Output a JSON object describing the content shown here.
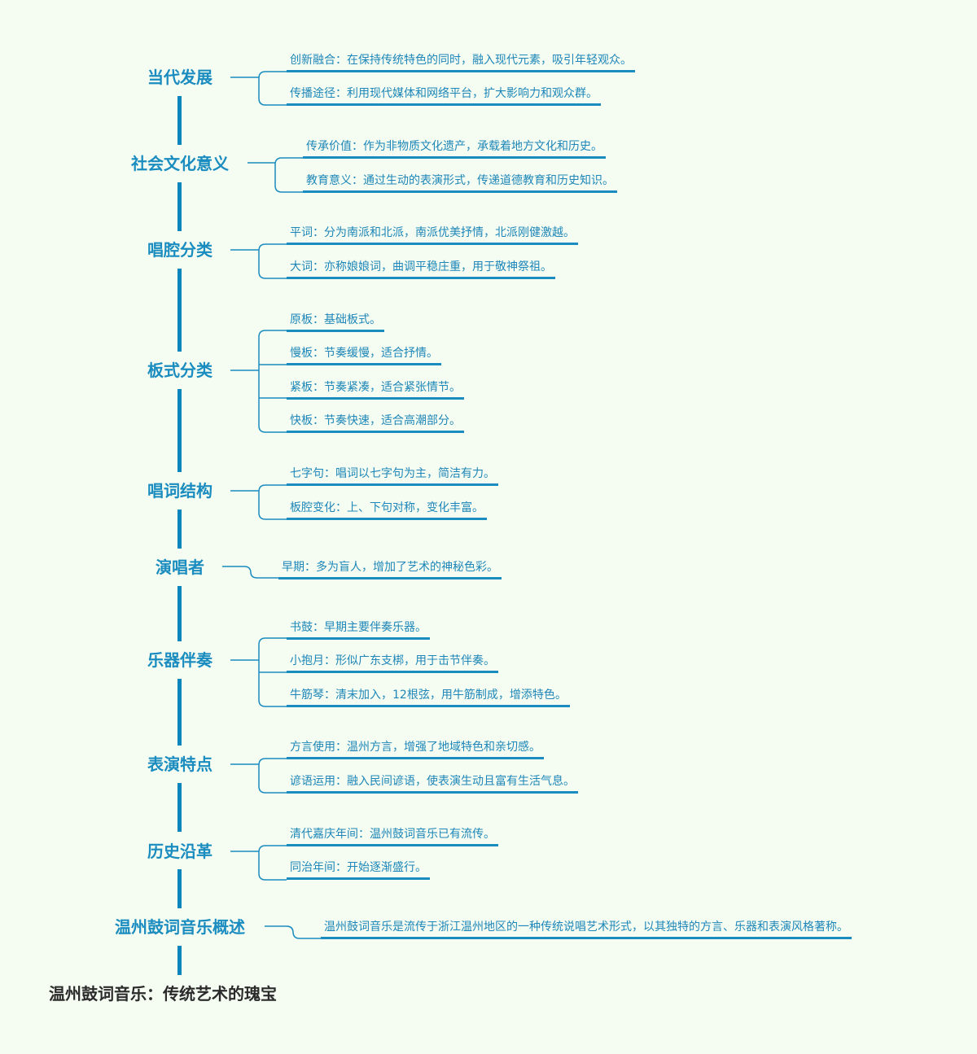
{
  "root": {
    "title": "温州鼓词音乐：传统艺术的瑰宝"
  },
  "colors": {
    "background": "#f5fdf2",
    "trunk": "#0b86bd",
    "topic_text": "#1a8cbf",
    "leaf_text": "#1e86b8",
    "root_text": "#2b2b2b"
  },
  "topics": [
    {
      "label": "当代发展",
      "children": [
        "创新融合：在保持传统特色的同时，融入现代元素，吸引年轻观众。",
        "传播途径：利用现代媒体和网络平台，扩大影响力和观众群。"
      ]
    },
    {
      "label": "社会文化意义",
      "children": [
        "传承价值：作为非物质文化遗产，承载着地方文化和历史。",
        "教育意义：通过生动的表演形式，传递道德教育和历史知识。"
      ]
    },
    {
      "label": "唱腔分类",
      "children": [
        "平词：分为南派和北派，南派优美抒情，北派刚健激越。",
        "大词：亦称娘娘词，曲调平稳庄重，用于敬神祭祖。"
      ]
    },
    {
      "label": "板式分类",
      "children": [
        "原板：基础板式。",
        "慢板：节奏缓慢，适合抒情。",
        "紧板：节奏紧凑，适合紧张情节。",
        "快板：节奏快速，适合高潮部分。"
      ]
    },
    {
      "label": "唱词结构",
      "children": [
        "七字句：唱词以七字句为主，简洁有力。",
        "板腔变化：上、下句对称，变化丰富。"
      ]
    },
    {
      "label": "演唱者",
      "children": [
        "早期：多为盲人，增加了艺术的神秘色彩。"
      ]
    },
    {
      "label": "乐器伴奏",
      "children": [
        "书鼓：早期主要伴奏乐器。",
        "小抱月：形似广东支梆，用于击节伴奏。",
        "牛筋琴：清末加入，12根弦，用牛筋制成，增添特色。"
      ]
    },
    {
      "label": "表演特点",
      "children": [
        "方言使用：温州方言，增强了地域特色和亲切感。",
        "谚语运用：融入民间谚语，使表演生动且富有生活气息。"
      ]
    },
    {
      "label": "历史沿革",
      "children": [
        "清代嘉庆年间：温州鼓词音乐已有流传。",
        "同治年间：开始逐渐盛行。"
      ]
    },
    {
      "label": "温州鼓词音乐概述",
      "children": [
        "温州鼓词音乐是流传于浙江温州地区的一种传统说唱艺术形式，以其独特的方言、乐器和表演风格著称。"
      ]
    }
  ]
}
